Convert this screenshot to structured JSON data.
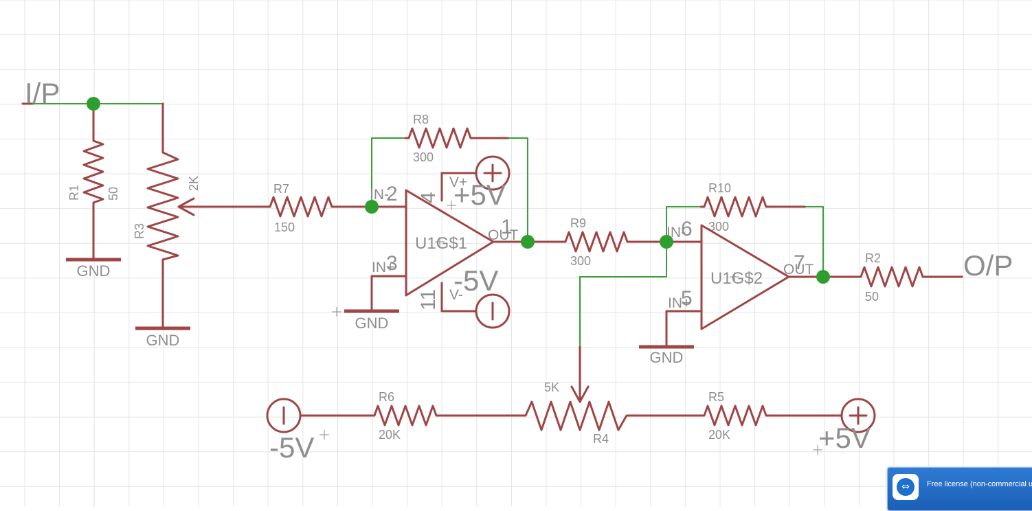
{
  "schematic": {
    "nets": {
      "input": "I/P",
      "output": "O/P"
    },
    "ground_label": "GND",
    "supplies": {
      "positive": "+5V",
      "negative": "-5V"
    },
    "resistors": {
      "r1": {
        "name": "R1",
        "value": "50"
      },
      "r2": {
        "name": "R2",
        "value": "50"
      },
      "r5": {
        "name": "R5",
        "value": "20K"
      },
      "r6": {
        "name": "R6",
        "value": "20K"
      },
      "r7": {
        "name": "R7",
        "value": "150"
      },
      "r8": {
        "name": "R8",
        "value": "300"
      },
      "r9": {
        "name": "R9",
        "value": "300"
      },
      "r10": {
        "name": "R10",
        "value": "300"
      }
    },
    "potentiometers": {
      "r3": {
        "name": "R3",
        "value": "2K"
      },
      "r4": {
        "name": "R4",
        "value": "5K"
      }
    },
    "opamps": {
      "u1g1": {
        "name": "U1G$1",
        "pins": {
          "in_minus": "2",
          "in_plus": "3",
          "out": "1",
          "vplus": "4",
          "vminus": "11"
        },
        "labels": {
          "in_minus": "IN-",
          "in_plus": "IN+",
          "out": "OUT",
          "vplus": "V+",
          "vminus": "V-"
        }
      },
      "u1g2": {
        "name": "U1G$2",
        "pins": {
          "in_minus": "6",
          "in_plus": "5",
          "out": "7"
        },
        "labels": {
          "in_minus": "IN-",
          "in_plus": "IN+",
          "out": "OUT"
        }
      }
    }
  },
  "notification": {
    "text": "Free license (non-commercial us",
    "icon": "teamviewer-icon"
  },
  "colors": {
    "component": "#9e4646",
    "net_wire": "#3aa13a",
    "junction": "#2e9e2e",
    "label": "#8e8e8e",
    "grid": "#e4e4e4"
  }
}
